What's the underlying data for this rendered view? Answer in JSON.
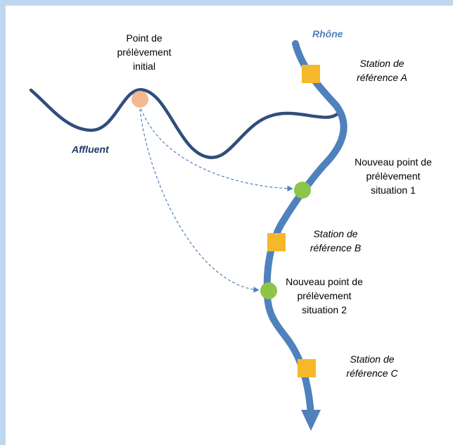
{
  "diagram": {
    "rivers": {
      "main_name": "Rhône",
      "tributary_name": "Affluent"
    },
    "labels": {
      "initial_point": "Point de\nprélèvement\ninitial",
      "station_a": "Station de\nréférence A",
      "station_b": "Station de\nréférence B",
      "station_c": "Station de\nréférence C",
      "new_point_1": "Nouveau point de\nprélèvement\nsituation 1",
      "new_point_2": "Nouveau point de\nprélèvement\nsituation 2"
    },
    "colors": {
      "background_frame": "#bdd7ee",
      "main_river": "#4f81bd",
      "tributary": "#2f4e7a",
      "rhone_label": "#4f81bd",
      "affluent_label": "#1f3a63",
      "initial_point": "#f5b991",
      "new_points": "#8cc548",
      "stations": "#f5b82b",
      "dashed_arrows": "#4f81bd"
    }
  }
}
